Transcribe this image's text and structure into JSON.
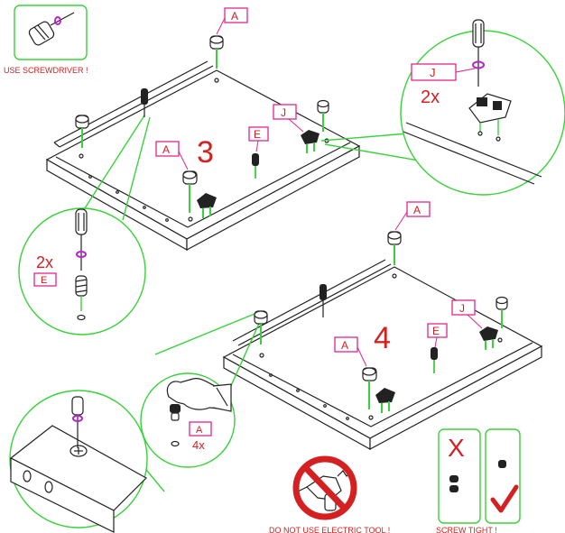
{
  "warnings": {
    "screwdriver": "USE SCREWDRIVER !",
    "no_electric": "DO NOT USE ELECTRIC TOOL !",
    "screw_tight": "SCREW TIGHT !"
  },
  "steps": {
    "step3": "3",
    "step4": "4"
  },
  "parts": {
    "A": "A",
    "E": "E",
    "J": "J"
  },
  "quantities": {
    "two": "2x",
    "four": "4x"
  },
  "marks": {
    "wrong": "X"
  },
  "colors": {
    "callout_line": "#39d23a",
    "label_text": "#d42020",
    "label_border": "#e0268c",
    "highlight": "#b426c8"
  }
}
